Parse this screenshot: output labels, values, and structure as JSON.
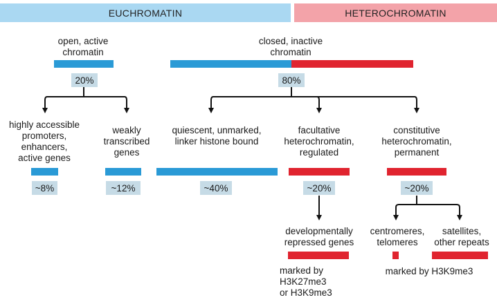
{
  "colors": {
    "euchromatin": "#2a9ad6",
    "heterochromatin": "#e0242f",
    "percent_box": "#c6dbe6",
    "header_eu": "#aad8f2",
    "header_he": "#f3a3a9"
  },
  "headers": {
    "euchromatin": "EUCHROMATIN",
    "heterochromatin": "HETEROCHROMATIN"
  },
  "open": {
    "label": "open, active\nchromatin",
    "percent": "20%"
  },
  "closed": {
    "label": "closed, inactive\nchromatin",
    "percent": "80%"
  },
  "categories": {
    "accessible": {
      "label": "highly accessible\npromoters,\nenhancers,\nactive genes",
      "percent": "~8%"
    },
    "weak": {
      "label": "weakly\ntranscribed\ngenes",
      "percent": "~12%"
    },
    "quiescent": {
      "label": "quiescent, unmarked,\nlinker histone bound",
      "percent": "~40%"
    },
    "facultative": {
      "label": "facultative\nheterochromatin,\nregulated",
      "percent": "~20%"
    },
    "constitutive": {
      "label": "constitutive\nheterochromatin,\npermanent",
      "percent": "~20%"
    }
  },
  "subcategories": {
    "developmental": {
      "label": "developmentally\nrepressed genes",
      "mark": "marked by\nH3K27me3\nor H3K9me3"
    },
    "centromeres": {
      "label": "centromeres,\ntelomeres"
    },
    "satellites": {
      "label": "satellites,\nother repeats"
    },
    "constitutive_mark": "marked by H3K9me3"
  }
}
